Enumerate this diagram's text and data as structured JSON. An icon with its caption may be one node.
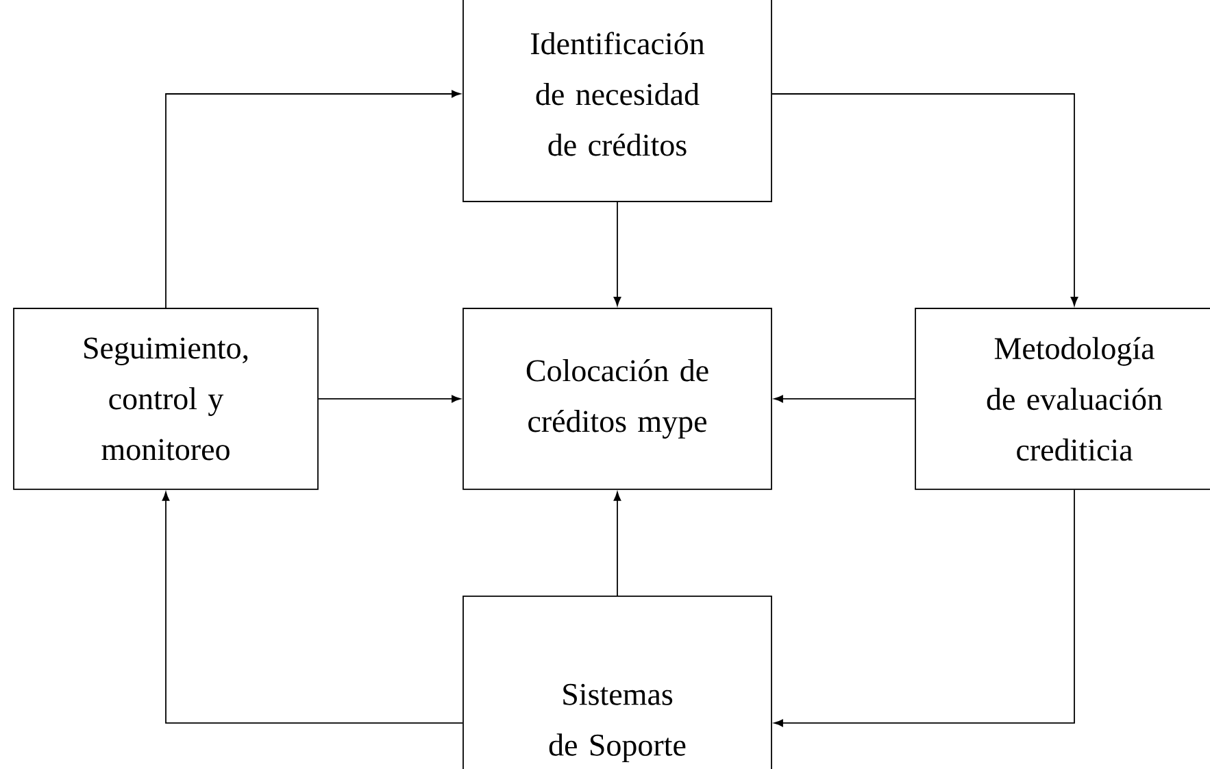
{
  "diagram": {
    "nodes": [
      {
        "text": [
          "Identificación de necesidad de créditos"
        ]
      },
      {
        "text": [
          "Seguimiento, control y monitoreo"
        ]
      },
      {
        "text": [
          "Colocación de créditos mype"
        ]
      },
      {
        "text": [
          "Metodología de evaluación crediticia"
        ]
      },
      {
        "text": [
          "Sistemas de Soporte"
        ]
      }
    ],
    "edges": [
      {
        "from": 1,
        "to": 0,
        "arrow": "to"
      },
      {
        "from": 0,
        "to": 3,
        "arrow": "to"
      },
      {
        "from": 0,
        "to": 2,
        "arrow": "to"
      },
      {
        "from": 1,
        "to": 2,
        "arrow": "to"
      },
      {
        "from": 3,
        "to": 2,
        "arrow": "to"
      },
      {
        "from": 3,
        "to": 4,
        "arrow": "to"
      },
      {
        "from": 4,
        "to": 2,
        "arrow": "to"
      },
      {
        "from": 4,
        "to": 1,
        "arrow": "to"
      }
    ]
  }
}
